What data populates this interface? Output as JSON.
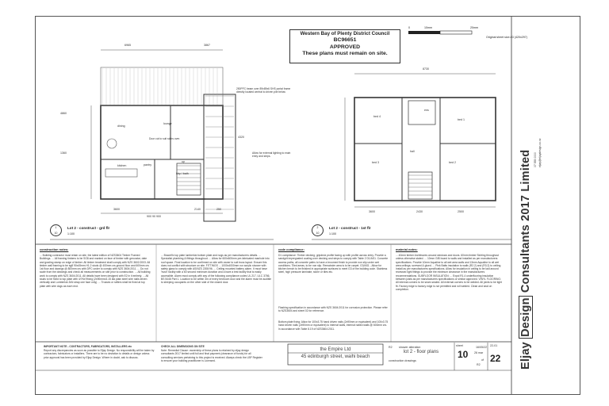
{
  "stamp": {
    "line1": "Western Bay of Plenty District Council",
    "line2": "BC96651",
    "line3": "APPROVED",
    "line4": "These plans must remain on site."
  },
  "scale_bar": {
    "label0": "0",
    "label10": "10mm",
    "label20": "20mm",
    "note": "Original sheet size A3 (420x297)"
  },
  "ground_plan": {
    "overall_dim": "6965",
    "dim_a": "3867",
    "beam_note": "250PFC beam over 89x89x6 SHS portal frame directly located central to driven pile below",
    "lighting_note": "Allow for external lighting to main entry and steps.",
    "rooms": {
      "dining": "dining",
      "lounge": "lounge",
      "kitchen": "kitchen",
      "pantry": "pantry",
      "door_note": "Door cut to suit stairs over.",
      "laundry": "ldry / bath",
      "up": "up"
    },
    "bottom_dims": [
      "3600",
      "900 90 900",
      "2140",
      "250"
    ],
    "side_dims": [
      "4860",
      "4320",
      "1360"
    ],
    "marker_num": "1",
    "marker_sheet": "10",
    "marker_scale": "1:100",
    "title": "Lot 2 - construct - grd flr"
  },
  "first_plan": {
    "overall_dim": "8730",
    "rooms": {
      "bed4": "bed 4",
      "bed3": "bed 3",
      "bed2": "bed 2",
      "hall": "hall",
      "bed1": "bed 1",
      "ens": "ens"
    },
    "bottom_dims": [
      "3600",
      "2430",
      "2500"
    ],
    "marker_num": "2",
    "marker_sheet": "10",
    "marker_scale": "1:100",
    "title": "Lot 2 - construct - 1st flr"
  },
  "notes": {
    "construction_hdr": "construction notes:",
    "construction_text": "... Building contractor must retain on site, the latest edition of NZS3604 Timber Framed Buildings. ... All framing timbers to be SG8 and marked on face of timber with grecostar, date and grading stamp on edge of timber. All timber treatment shall comply with NZS 3602:2003. All timber wall framing to be sg8 90x45mm H1.2 studs @ 400mm crs ground floor and 600mm crs 1st floor and dwangs @ 800mm crs with DPC under to comply with NZS 3604:2011. ... Do not scale from the drawings and check all measurements on site prior to construction. ... All building work to comply with NZS 3604:2011. All details have been designed with E2 in it entirety. ... All studs to be fixed to top plate with 4/?Nx?fixing (2x90mmx3.15 dia plain steel wire nails driven vertically and Lumberlok 2kN strap one face only). ... Trusses or rafters shall be fixed at top plate with wire dogs as each end.",
    "services_text": "... Brace/fix top plate lumberlok bottom plate and nogs as per manufacturers details. ... Specialist plumbing & fittings throughout. ... Allow for 600x600mm pre-fabricated manhole into roof space. Final location to be confirmed on site with owner to suit truss layout. Ensure this does not conflict with structure on site. FITTINGS ... 1000x4000mm nor acrylic shower with safety glass to comply with AS/NZS 2208:96. ... Ceiling mounted battery alarm. It must have 'hush' facility with a 60 second minimum duration and a have a test facility that is easily accessible. Alarm must comply with any of the following compliance codes UL 217, ULC 3786, BS 5446 Part 1. Location to be within 3m of every bedroom door and the alarm must be audible to sleeping occupants on the other side of the closed door.",
    "compliance_hdr": "code compliance:",
    "compliance_text": "D1 compliance: Timber decking; gripdeck profile facing up with profile across entry. Provide a sandgrit impregnated coating over decking and steps to comply with Table 2 D1/AS1. Concrete access paths, all concrete paths to have a broomed finish to provide non slip under wet conditions. Tiled areas, to be non slip. Remainder area is to be carpet. G3/AS1 - Allow for kitchen bench to be finished in appropriate surfaces to meet G3 of the building code. Stainless steel, high pressure laminate, stone or tiles etc.",
    "flashing_text": "Flashing specification in accordance with NZS 3604:2011 for corrosion protection. Please refer to NZS3604 and sheet 02 for reference.",
    "plate_text": "Bottom plate fixing: Allow for 100x3.75 hand driven nails (2x90mm or equivalent) and 100x3.75 hand driven nails (2x90mm or equivalent) to internal walls, internal nailed walls @ 600mm crs. In accordance with Table 8.19 of NZS3604:2011.",
    "material_hdr": "material notes:",
    "material_text": "... 40mm timber Architraves around windows and doors. 60mm timber Skirting throughout unless otherwise stated. ... 10mm GIB board to walls and installed as per manufacturers specifications. Provide 10mm Aqualine to all wet area walls and 13mm Aqualine to all wet area ceilings; screwed & glued. ... Pink Batts insulation to walls (R2.2) and (R3.2) to ceiling. Install as per manufacturers specifications. Allow for insulation in ceiling to be laid around recessed light fittings to provide the minimum clearance in the manufacturers recommendations. SUBFLOOR INSULATION: ... Expol R1.4 underflooring insulation between joists as per manufacturers specifications or similar approved. VINYL FLOORING: All internal corners to be seam sealed. All external corners to be welded. All joints to be tight fit. Factory edge to factory edge is not permitted and roll welded. Clean and seal on completion.",
    "important_hdr": "IMPORTANT NOTE - CONTRACTORS, FABRICATORS, INSTALLERS etc",
    "important_text": "Report any discrepancies as soon as possible to Eljay Design. No responsibility will be taken by contractors, fabricators or installers. There are to be no deviation to details or design unless prior approval has been provided by Eljay Design. Where in doubt, ask to discuss.",
    "check_hdr": "CHECK ALL DIMENSIONS ON SITE",
    "check_text": "Note: Remedial Clause: ownership of these plans is retained by eljay design consultants 2017 limited until full and final payment (clearance of funds) for all consulting services pertaining to this project is received. Always check the LBP Register to ensure your building practitioner is Licensed."
  },
  "title_block": {
    "client": "the Empire Ltd",
    "address": "45 edinburgh street, waihi beach",
    "sheet_title": "lot 2 - floor plans",
    "revision_code": "R2",
    "revision_desc": "shower alteration",
    "date": "16/05/22",
    "stage": "construction drawings",
    "sheet_label": "sheet",
    "sheet_num": "10",
    "of": "of",
    "total": "22",
    "job": "22-01",
    "rev_date": "26 mar",
    "rev": "R2"
  },
  "brand": {
    "name_pre": "Eljay",
    "name_box": "Design",
    "name_post": " Consultants 2017 Limited",
    "phone": "07 555 0000",
    "email": "eljay@eljaydesign.co.nz"
  }
}
